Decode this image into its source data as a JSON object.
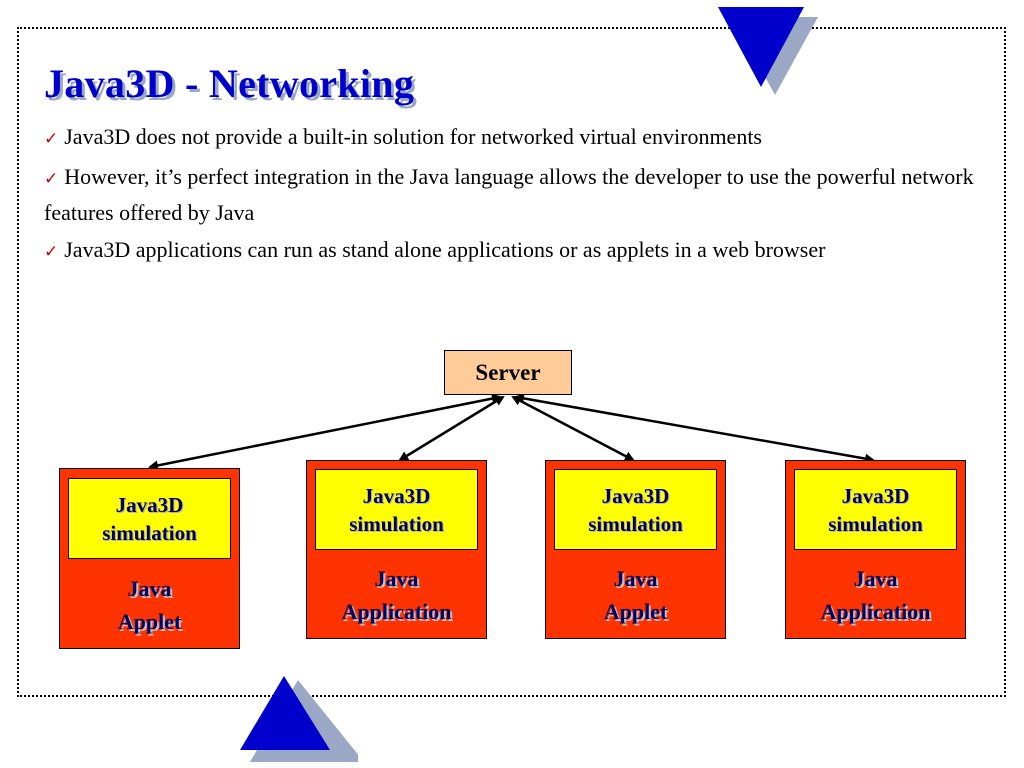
{
  "slide": {
    "title": "Java3D - Networking",
    "bullets": [
      "Java3D does not provide a built-in solution for networked virtual environments",
      "However, it’s perfect integration in the Java language allows the developer to use the powerful network features offered by Java",
      "Java3D applications can run as stand alone applications or as applets in a web browser"
    ],
    "bullet_icon": "checkmark-icon",
    "decoration_icons": [
      "blue-down-triangle-icon",
      "blue-up-triangle-icon"
    ]
  },
  "diagram": {
    "server_label": "Server",
    "nodes": [
      {
        "sim_label": "Java3D\nsimulation",
        "host_label": "Java\nApplet"
      },
      {
        "sim_label": "Java3D\nsimulation",
        "host_label": "Java\nApplication"
      },
      {
        "sim_label": "Java3D\nsimulation",
        "host_label": "Java\nApplet"
      },
      {
        "sim_label": "Java3D\nsimulation",
        "host_label": "Java\nApplication"
      }
    ],
    "colors": {
      "server_fill": "#ffcc99",
      "node_fill": "#ff3300",
      "sim_fill": "#ffff00",
      "label_text": "#000066",
      "title_text": "#0000cc",
      "triangle": "#0000cc",
      "triangle_shadow": "#9aa8c6"
    }
  }
}
